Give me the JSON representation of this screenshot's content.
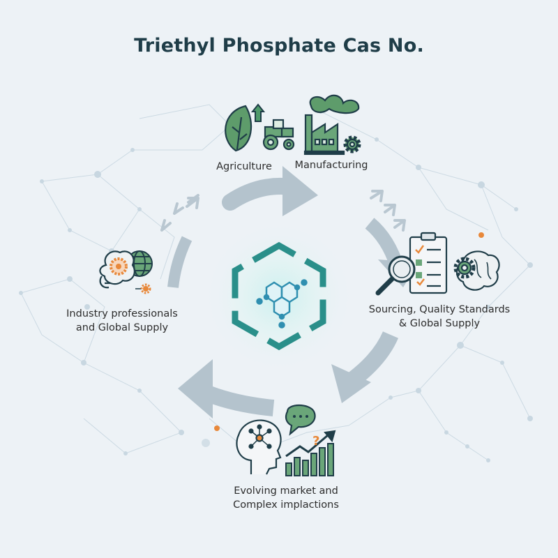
{
  "title": "Triethyl Phosphate Cas No.",
  "nodes": {
    "agriculture": {
      "label": "Agriculture"
    },
    "manufacturing": {
      "label": "Manufacturing"
    },
    "sourcing": {
      "line1": "Sourcing, Quality Standards",
      "line2": "& Global Supply"
    },
    "evolving": {
      "line1": "Evolving market and",
      "line2": "Complex implactions"
    },
    "industry": {
      "line1": "Industry professionals",
      "line2": "and Global Supply"
    }
  },
  "colors": {
    "background": "#edf2f6",
    "title": "#1f3d48",
    "teal": "#2a8f8a",
    "green": "#4e9a6a",
    "dark_stroke": "#1f3d48",
    "orange": "#e8883a",
    "arrow": "#b4c3cd",
    "network": "#c3d3de"
  },
  "icons": [
    "leaf-icon",
    "tractor-icon",
    "factory-icon",
    "gear-icon",
    "magnifier-icon",
    "checklist-icon",
    "brain-gear-icon",
    "head-network-icon",
    "speech-bubble-icon",
    "growth-chart-icon",
    "globe-icon",
    "molecule-hexagon-icon"
  ]
}
